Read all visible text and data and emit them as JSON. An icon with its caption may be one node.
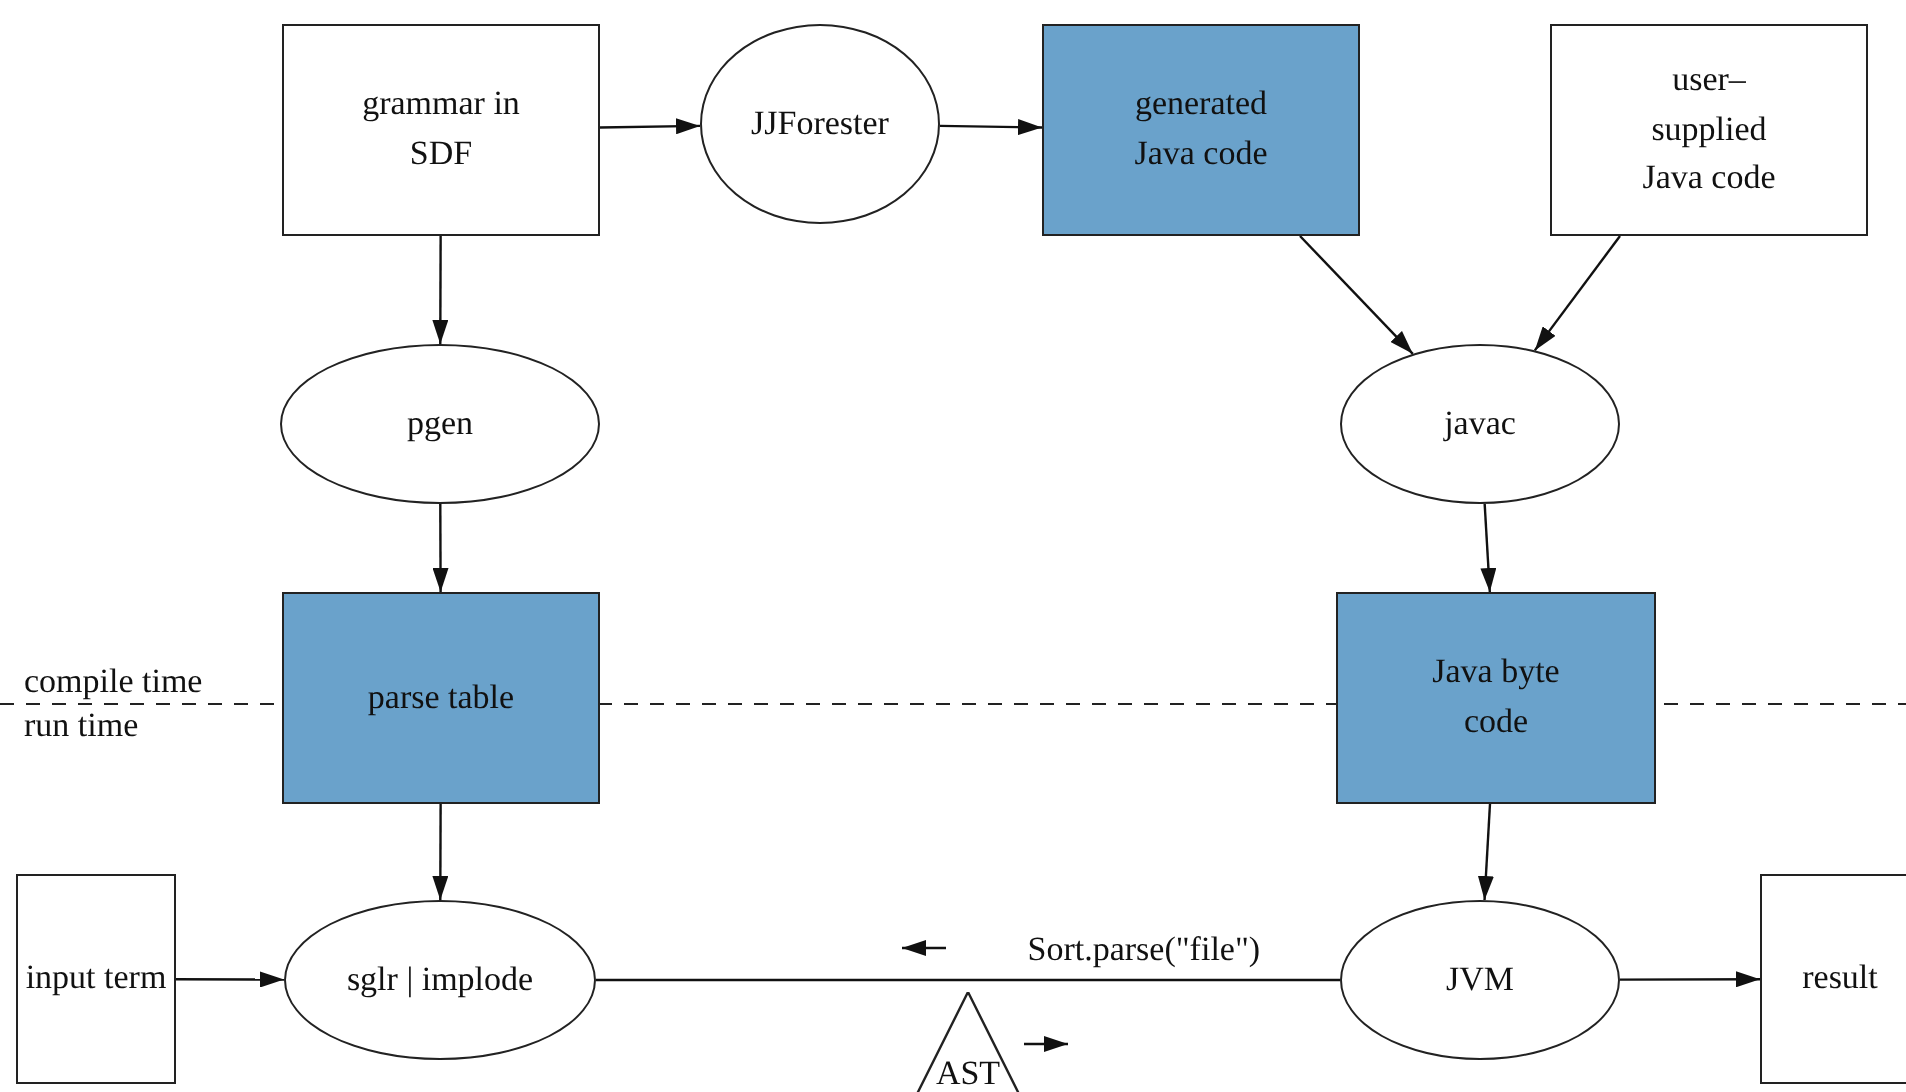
{
  "diagram": {
    "nodes": [
      {
        "text": [
          "grammar in SDF"
        ]
      },
      {
        "text": [
          "JJForester"
        ]
      },
      {
        "text": [
          "generated Java code"
        ]
      },
      {
        "text": [
          "user–supplied Java code"
        ]
      },
      {
        "text": [
          "pgen"
        ]
      },
      {
        "text": [
          "javac"
        ]
      },
      {
        "text": [
          "parse table"
        ]
      },
      {
        "text": [
          "Java byte code"
        ]
      },
      {
        "text": [
          "input term"
        ]
      },
      {
        "text": [
          "sglr | implode"
        ]
      },
      {
        "text": [
          "JVM"
        ]
      },
      {
        "text": [
          "result"
        ]
      },
      {
        "text": [
          "AST"
        ]
      }
    ],
    "edges": [
      {
        "from": 0,
        "to": 1,
        "arrow": "to"
      },
      {
        "from": 1,
        "to": 2,
        "arrow": "to"
      },
      {
        "from": 0,
        "to": 4,
        "arrow": "to"
      },
      {
        "from": 4,
        "to": 6,
        "arrow": "to"
      },
      {
        "from": 6,
        "to": 9,
        "arrow": "to"
      },
      {
        "from": 2,
        "to": 5,
        "arrow": "to"
      },
      {
        "from": 3,
        "to": 5,
        "arrow": "to"
      },
      {
        "from": 5,
        "to": 7,
        "arrow": "to"
      },
      {
        "from": 7,
        "to": 10,
        "arrow": "to"
      },
      {
        "from": 8,
        "to": 9,
        "arrow": "to"
      },
      {
        "from": 10,
        "to": 11,
        "arrow": "to"
      },
      {
        "from": 9,
        "to": 10,
        "arrow": "none",
        "label": "Sort.parse(\"file\")"
      }
    ],
    "labels": [
      "compile time",
      "run time"
    ]
  }
}
